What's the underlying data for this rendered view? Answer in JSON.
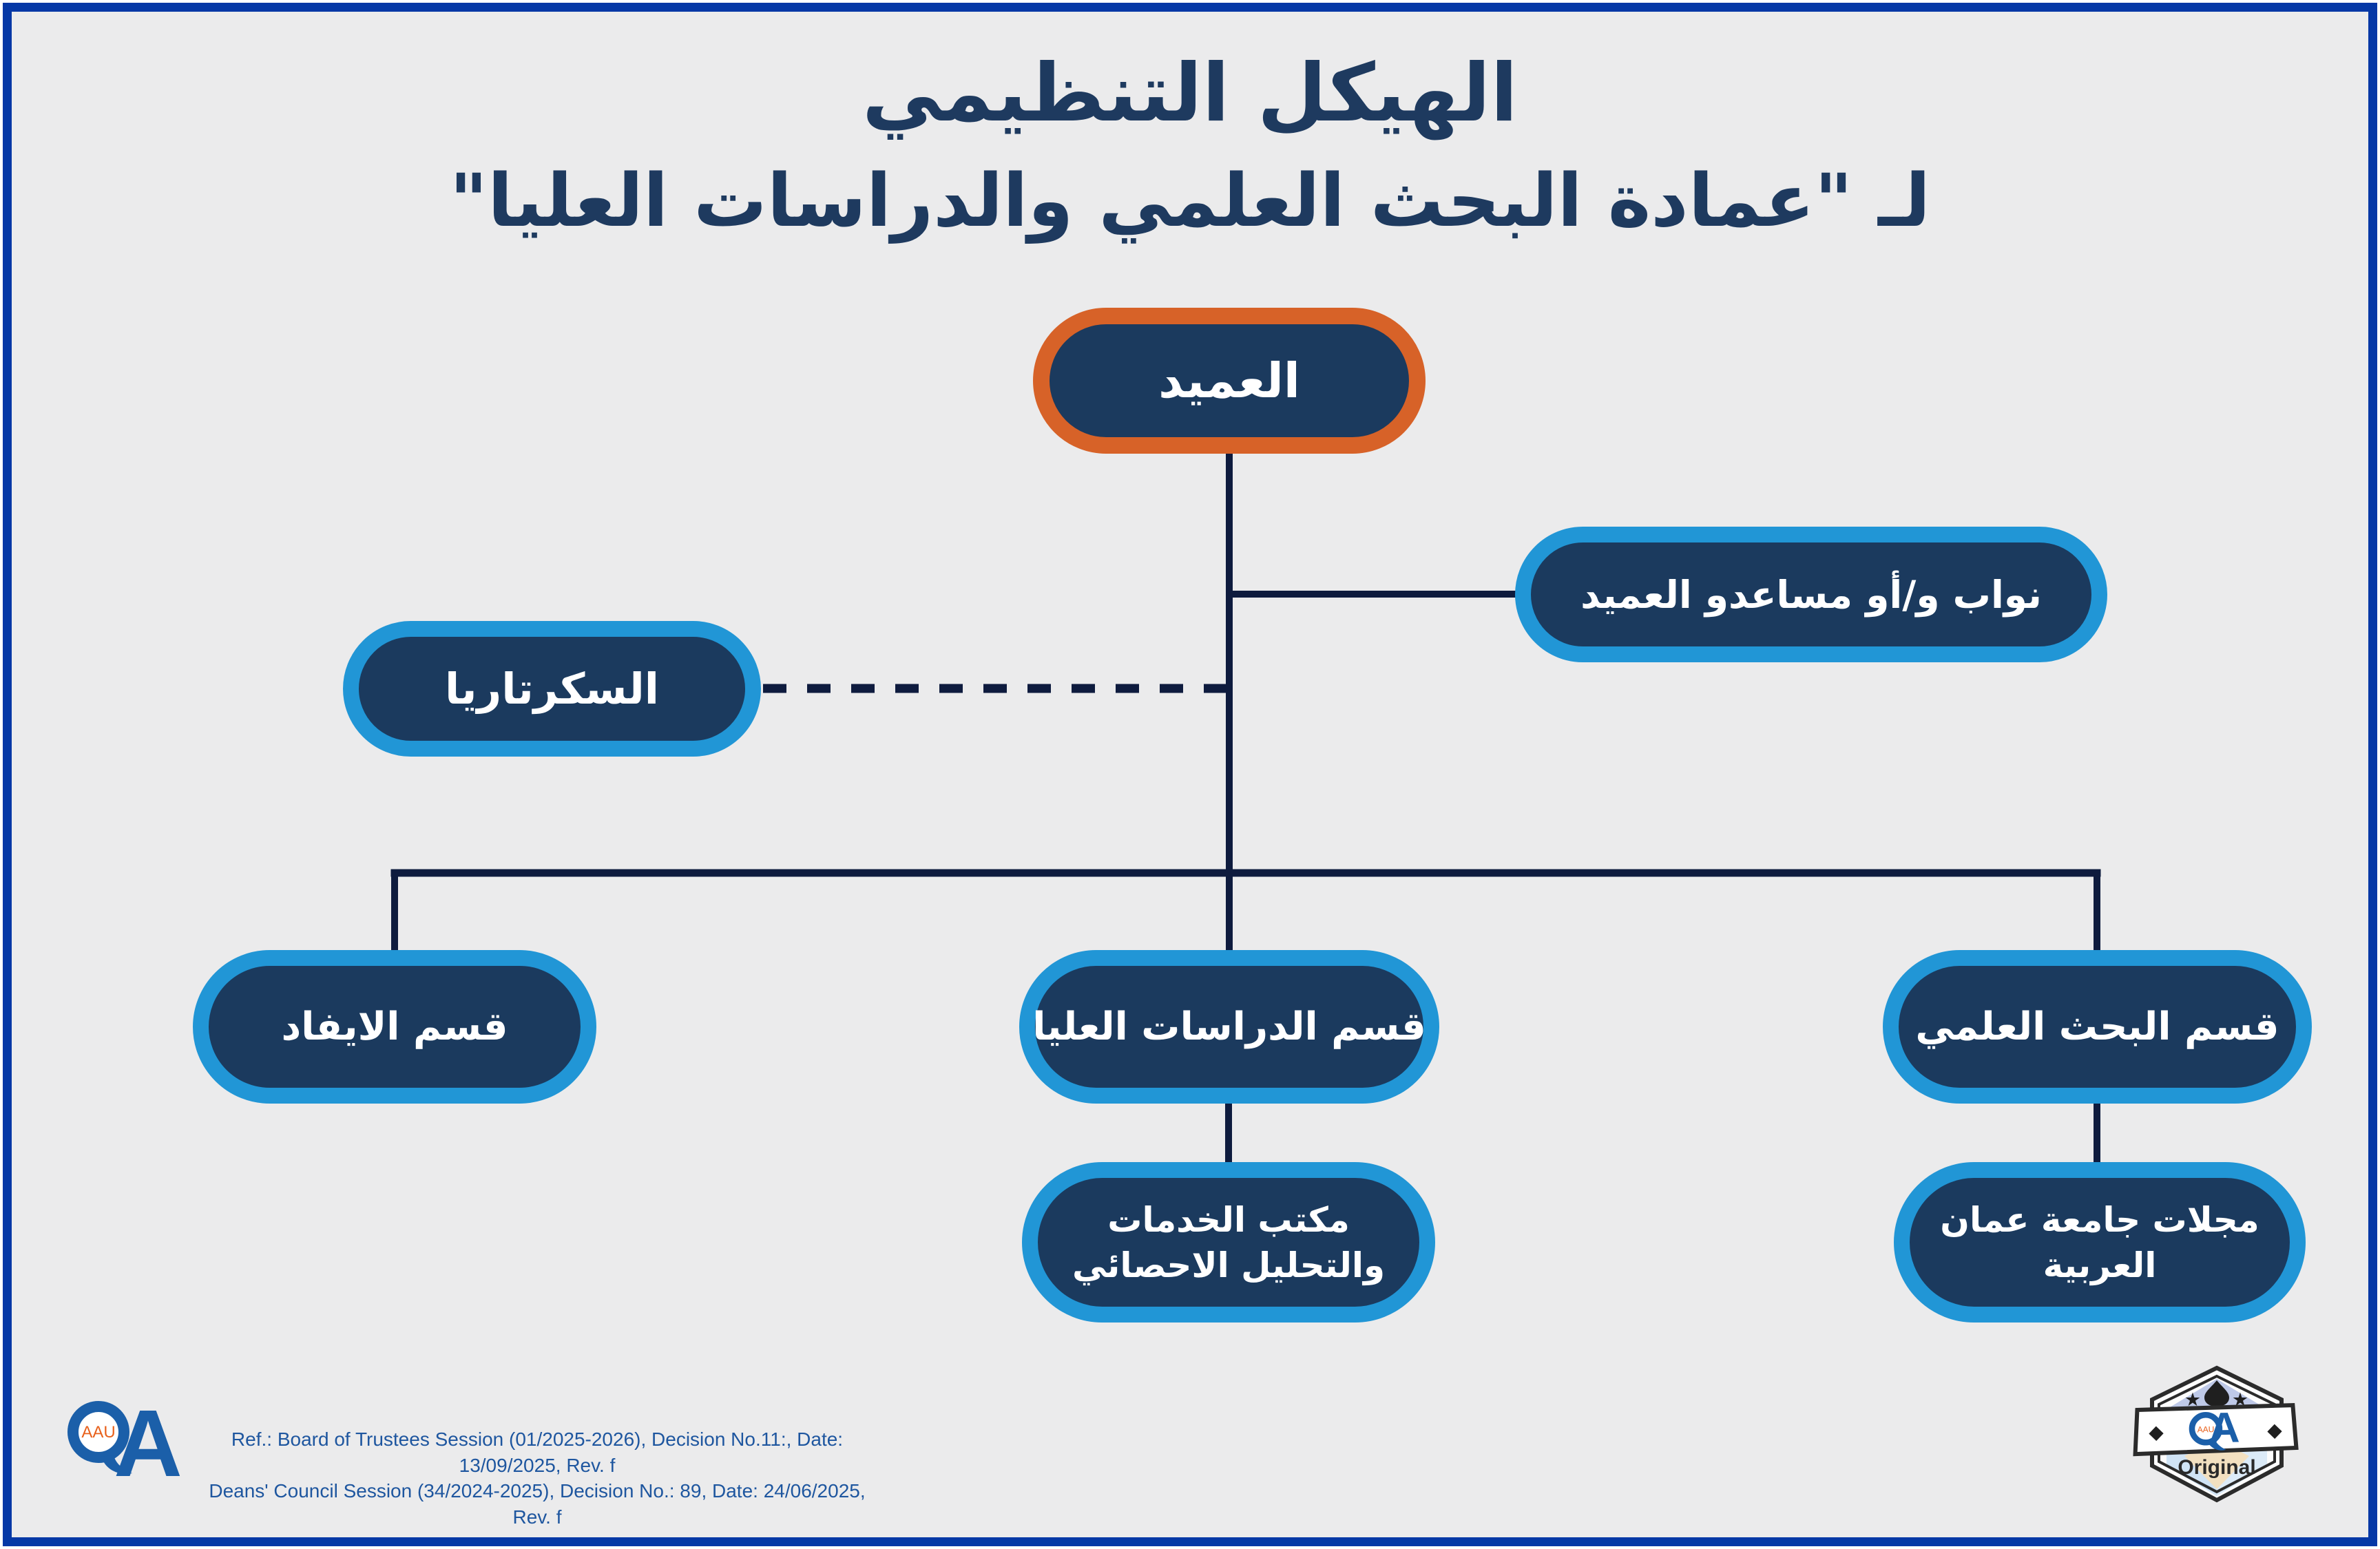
{
  "page": {
    "title_line1": "الهيكل التنظيمي",
    "title_line2": "لـ \"عمادة البحث العلمي والدراسات العليا\""
  },
  "nodes": {
    "dean": "العميد",
    "deputies": "نواب و/أو مساعدو العميد",
    "secretariat": "السكرتاريا",
    "dispatch": "قسم الايفاد",
    "graduate_studies": "قسم الدراسات العليا",
    "scientific_research": "قسم البحث العلمي",
    "services_office": "مكتب الخدمات\nوالتحليل الاحصائي",
    "aau_journals": "مجلات جامعة عمان\nالعربية"
  },
  "footer": {
    "ref_line1": "Ref.: Board of Trustees Session (01/2025-2026), Decision No.11:, Date: 13/09/2025, Rev. f",
    "ref_line2": "Deans' Council Session (34/2024-2025), Decision No.: 89, Date: 24/06/2025, Rev. f",
    "logo": {
      "aau": "AAU",
      "qa_a": "A"
    },
    "badge": {
      "aau": "AAU",
      "qa_a": "A",
      "original": "Original"
    }
  },
  "icons": {
    "star": "★",
    "diamond": "◆"
  },
  "colors": {
    "background": "#ebebec",
    "frame_border": "#0538a6",
    "node_fill": "#1b3a5e",
    "border_blue": "#2196d6",
    "border_orange": "#d76228",
    "connector": "#0e1b3e",
    "title_text": "#1e3a5f",
    "node_text": "#ffffff",
    "ref_text": "#1e569f",
    "logo_blue": "#1b5fa9",
    "logo_orange": "#e8611c",
    "badge_outline": "#2b2b2b"
  }
}
